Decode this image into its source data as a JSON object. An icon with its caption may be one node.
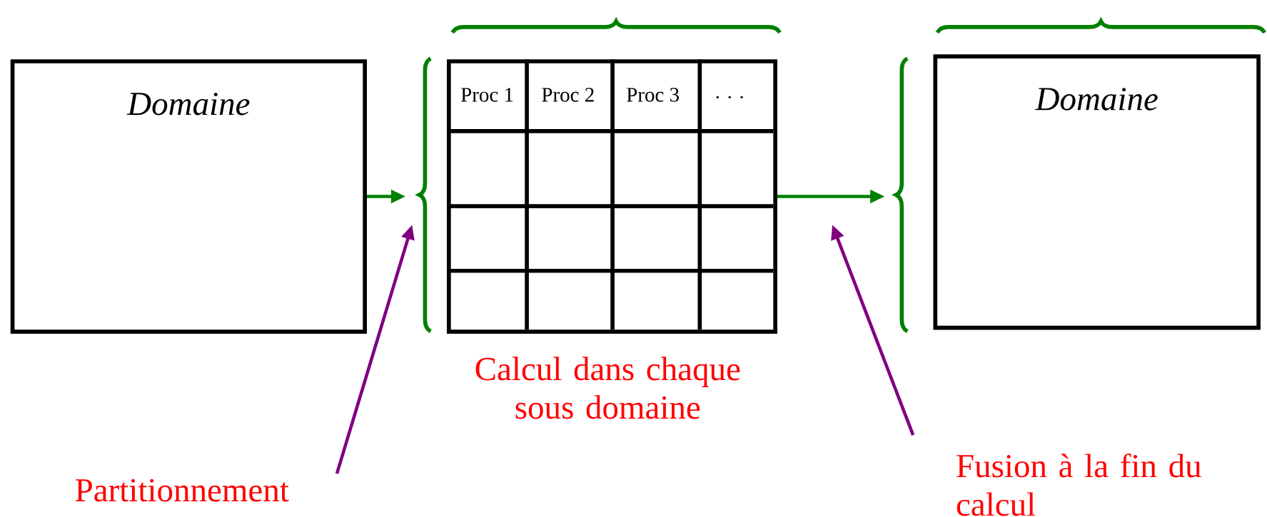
{
  "diagram": {
    "nodes": [
      {
        "text": [
          "Domaine"
        ]
      },
      {
        "text": [],
        "shape": "box"
      },
      {
        "text": [
          "Proc 1"
        ],
        "in": 1
      },
      {
        "text": [
          "Proc 2"
        ],
        "in": 1
      },
      {
        "text": [
          "Proc 3"
        ],
        "in": 1
      },
      {
        "text": [
          ". . ."
        ],
        "in": 1
      },
      {
        "text": [
          "Domaine"
        ]
      },
      {
        "text": [
          "Partitionnement"
        ]
      },
      {
        "text": [
          "Fusion à la fin du calcul"
        ]
      },
      {
        "text": [],
        "shape": "brace"
      },
      {
        "text": [],
        "shape": "brace"
      }
    ],
    "edges": [
      {
        "from": 0,
        "to": 9,
        "arrow": "to",
        "color": "#008000"
      },
      {
        "from": 1,
        "to": 10,
        "arrow": "to",
        "color": "#008000"
      },
      {
        "from": 7,
        "to": 9,
        "arrow": "to",
        "color": "#800080"
      },
      {
        "from": 8,
        "to": null,
        "arrow": "to",
        "color": "#800080"
      }
    ],
    "labels": [
      "Calcul dans chaque sous domaine"
    ]
  }
}
